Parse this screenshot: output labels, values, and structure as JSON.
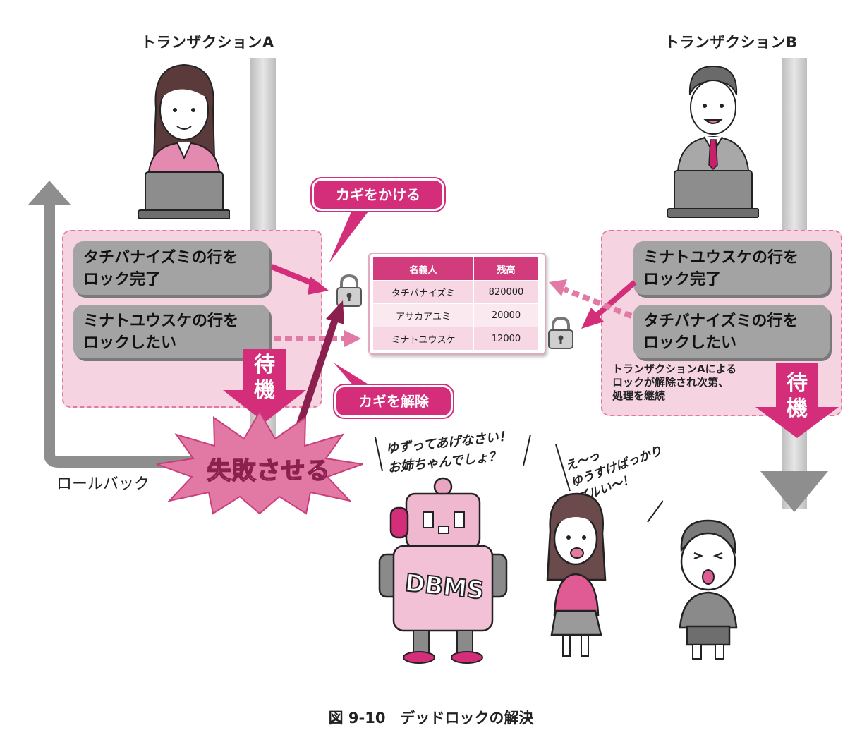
{
  "transaction_a": {
    "label": "トランザクションA"
  },
  "transaction_b": {
    "label": "トランザクションB"
  },
  "a_messages": {
    "locked": "タチバナイズミの行を\nロック完了",
    "want": "ミナトユウスケの行を\nロックしたい"
  },
  "b_messages": {
    "locked": "ミナトユウスケの行を\nロック完了",
    "want": "タチバナイズミの行を\nロックしたい"
  },
  "bubbles": {
    "lock": "カギをかける",
    "unlock": "カギを解除"
  },
  "wait_label": "待\n機",
  "fail_label": "失敗させる",
  "rollback_label": "ロールバック",
  "b_note": "トランザクションAによる\nロックが解除され次第、\n処理を継続",
  "table": {
    "headers": [
      "名義人",
      "残高"
    ],
    "rows": [
      {
        "name": "タチバナイズミ",
        "balance": "820000"
      },
      {
        "name": "アサカアユミ",
        "balance": "20000"
      },
      {
        "name": "ミナトユウスケ",
        "balance": "12000"
      }
    ]
  },
  "speech": {
    "dbms": "ゆずってあげなさい！\nお姉ちゃんでしょ？",
    "boy": "え～っ\nゆうすけばっかり\nズルい～！"
  },
  "robot_label": "DBMS",
  "caption": "図 9-10　デッドロックの解決",
  "colors": {
    "accent": "#d42e7b",
    "zone": "#f6d3e0",
    "box": "#a3a3a3",
    "arrow": "#8a8a8a"
  }
}
